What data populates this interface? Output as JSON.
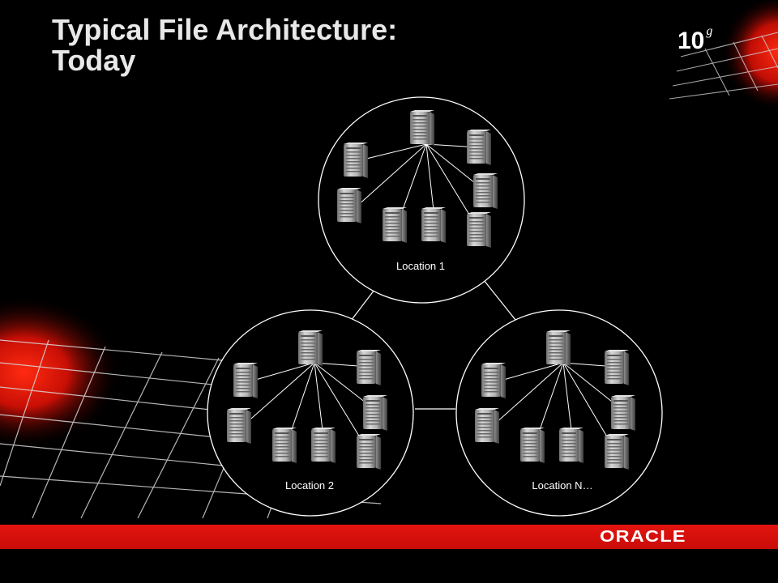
{
  "slide": {
    "title_line1": "Typical File Architecture:",
    "title_line2": "Today",
    "badge_number": "10",
    "badge_letter": "g",
    "footer_logo_text": "ORACLE"
  },
  "diagram": {
    "locations": [
      {
        "label": "Location 1"
      },
      {
        "label": "Location 2"
      },
      {
        "label": "Location N…"
      }
    ],
    "server_icon": "server-tower-icon",
    "servers_per_location": 8
  },
  "colors": {
    "background": "#000000",
    "accent_red": "#e3140f",
    "line": "#ffffff",
    "title_text": "#e8e8e8"
  }
}
